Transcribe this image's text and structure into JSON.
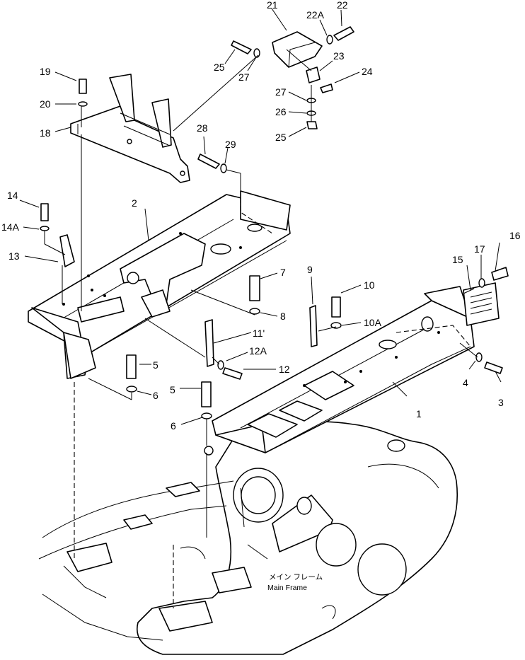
{
  "diagram": {
    "part_labels": [
      {
        "id": "l1",
        "text": "1"
      },
      {
        "id": "l2",
        "text": "2"
      },
      {
        "id": "l3",
        "text": "3"
      },
      {
        "id": "l4",
        "text": "4"
      },
      {
        "id": "l5a",
        "text": "5"
      },
      {
        "id": "l5b",
        "text": "5"
      },
      {
        "id": "l6a",
        "text": "6"
      },
      {
        "id": "l6b",
        "text": "6"
      },
      {
        "id": "l7",
        "text": "7"
      },
      {
        "id": "l8",
        "text": "8"
      },
      {
        "id": "l9",
        "text": "9"
      },
      {
        "id": "l10",
        "text": "10"
      },
      {
        "id": "l10a",
        "text": "10A"
      },
      {
        "id": "l11",
        "text": "11'"
      },
      {
        "id": "l12",
        "text": "12"
      },
      {
        "id": "l12a",
        "text": "12A"
      },
      {
        "id": "l13",
        "text": "13"
      },
      {
        "id": "l14",
        "text": "14"
      },
      {
        "id": "l14a",
        "text": "14A"
      },
      {
        "id": "l15",
        "text": "15"
      },
      {
        "id": "l16",
        "text": "16"
      },
      {
        "id": "l17",
        "text": "17"
      },
      {
        "id": "l18",
        "text": "18"
      },
      {
        "id": "l19",
        "text": "19"
      },
      {
        "id": "l20",
        "text": "20"
      },
      {
        "id": "l21",
        "text": "21"
      },
      {
        "id": "l22",
        "text": "22"
      },
      {
        "id": "l22a",
        "text": "22A"
      },
      {
        "id": "l23",
        "text": "23"
      },
      {
        "id": "l24",
        "text": "24"
      },
      {
        "id": "l25a",
        "text": "25"
      },
      {
        "id": "l25b",
        "text": "25"
      },
      {
        "id": "l26",
        "text": "26"
      },
      {
        "id": "l27a",
        "text": "27"
      },
      {
        "id": "l27b",
        "text": "27"
      },
      {
        "id": "l28",
        "text": "28"
      },
      {
        "id": "l29",
        "text": "29"
      }
    ],
    "main_frame_label_jp": "メイン フレーム",
    "main_frame_label_en": "Main Frame"
  }
}
